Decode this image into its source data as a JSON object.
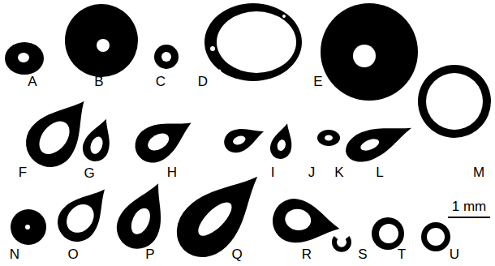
{
  "diagram": {
    "labels": [
      "A",
      "B",
      "C",
      "D",
      "E",
      "F",
      "G",
      "H",
      "I",
      "J",
      "K",
      "L",
      "M",
      "N",
      "O",
      "P",
      "Q",
      "R",
      "S",
      "T",
      "U",
      "1 mm"
    ]
  }
}
